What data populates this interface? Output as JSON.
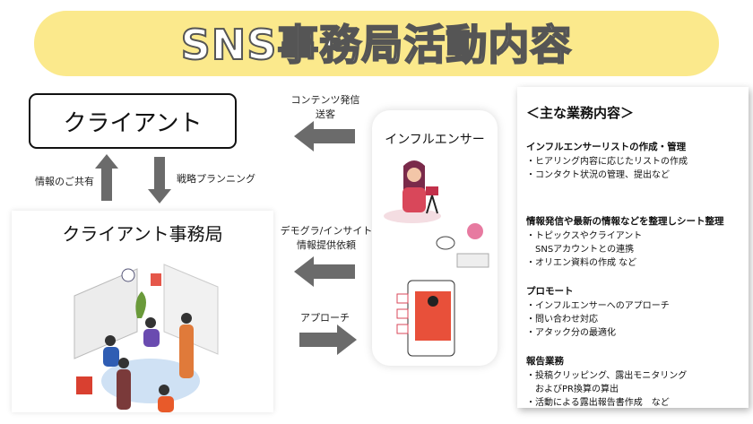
{
  "title": "SNS事務局活動内容",
  "client": {
    "label": "クライアント"
  },
  "client_office": {
    "label": "クライアント事務局"
  },
  "influencer": {
    "label": "インフルエンサー"
  },
  "arrows": {
    "info_share": "情報のご共有",
    "strategy": "戦略プランニング",
    "content_line1": "コンテンツ発信",
    "content_line2": "送客",
    "demo_line1": "デモグラ/インサイト",
    "demo_line2": "情報提供依頼",
    "approach": "アプローチ"
  },
  "duties": {
    "heading": "＜主な業務内容＞",
    "sections": [
      {
        "title": "インフルエンサーリストの作成・管理",
        "items": [
          "・ヒアリング内容に応じたリストの作成",
          "・コンタクト状況の管理、提出など"
        ]
      },
      {
        "title": "情報発信や最新の情報などを整理しシート整理",
        "items": [
          "・トピックスやクライアント",
          "　SNSアカウントとの連携",
          "・オリエン資料の作成 など"
        ]
      },
      {
        "title": "プロモート",
        "items": [
          "・インフルエンサーへのアプローチ",
          "・問い合わせ対応",
          "・アタック分の最適化"
        ]
      },
      {
        "title": "報告業務",
        "items": [
          "・投稿クリッピング、露出モニタリング",
          "　およびPR換算の算出",
          "・活動による露出報告書作成　など"
        ]
      }
    ]
  },
  "colors": {
    "banner": "#fbe98c",
    "arrow": "#6b6b6b",
    "accent": "#d9475a"
  }
}
